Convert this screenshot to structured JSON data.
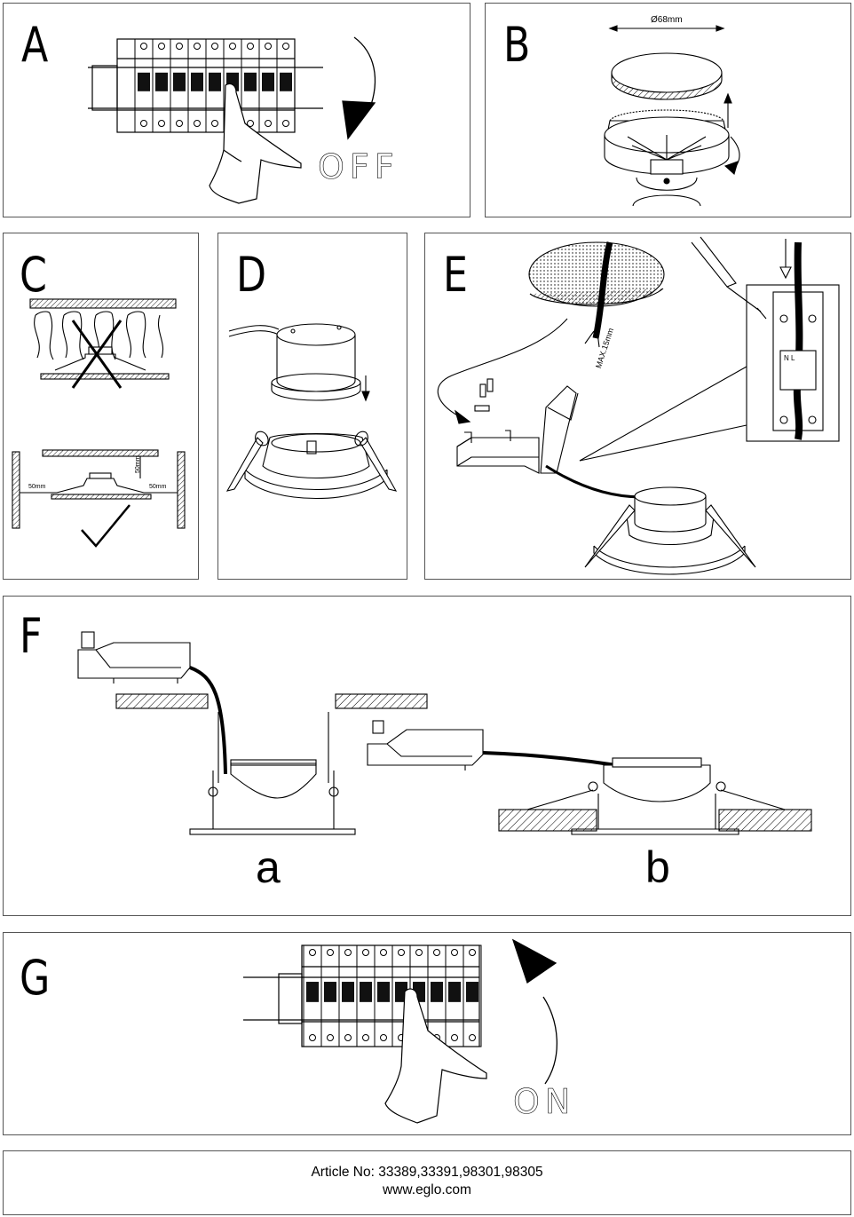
{
  "panels": {
    "a": {
      "letter": "A",
      "state_text": "OFF"
    },
    "b": {
      "letter": "B",
      "diameter_text": "Ø68mm"
    },
    "c": {
      "letter": "C",
      "clearance_top": "50mm",
      "clearance_left": "50mm",
      "clearance_right": "50mm"
    },
    "d": {
      "letter": "D"
    },
    "e": {
      "letter": "E",
      "strip_text": "MAX.15mm",
      "terminal_text": "N L"
    },
    "f": {
      "letter": "F",
      "sub_a": "a",
      "sub_b": "b"
    },
    "g": {
      "letter": "G",
      "state_text": "ON"
    }
  },
  "footer": {
    "article": "Article No: 33389,33391,98301,98305",
    "website": "www.eglo.com"
  },
  "icons": [
    "breaker-panel-icon",
    "hand-icon",
    "rotate-arrow-icon",
    "cutout-disc-icon",
    "insulation-icon",
    "cross-mark-icon",
    "check-mark-icon",
    "lamp-module-icon",
    "spring-frame-icon",
    "terminal-box-icon",
    "screwdriver-icon",
    "cable-icon"
  ]
}
